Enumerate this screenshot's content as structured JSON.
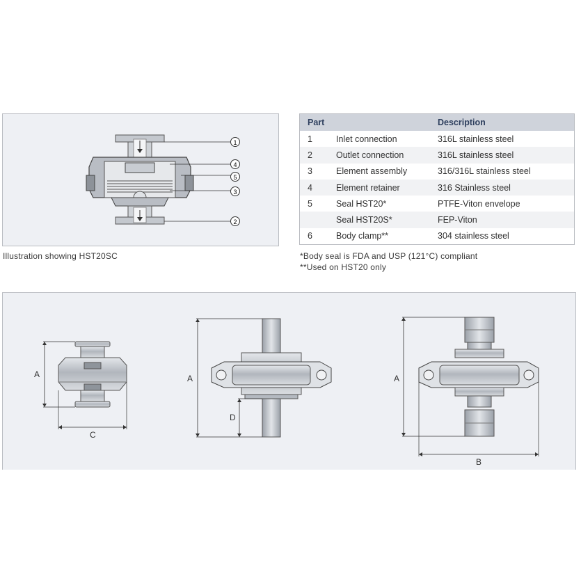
{
  "illustration": {
    "caption": "Illustration showing HST20SC",
    "callouts": [
      "1",
      "4",
      "5",
      "3",
      "2"
    ]
  },
  "parts_table": {
    "headers": {
      "part": "Part",
      "description": "Description"
    },
    "rows": [
      {
        "num": "1",
        "name": "Inlet connection",
        "desc": "316L stainless steel"
      },
      {
        "num": "2",
        "name": "Outlet connection",
        "desc": "316L stainless steel"
      },
      {
        "num": "3",
        "name": "Element assembly",
        "desc": "316/316L stainless steel"
      },
      {
        "num": "4",
        "name": "Element retainer",
        "desc": "316 Stainless steel"
      },
      {
        "num": "5",
        "name": "Seal HST20*",
        "desc": "PTFE-Viton envelope"
      },
      {
        "num": "",
        "name": "Seal HST20S*",
        "desc": "FEP-Viton"
      },
      {
        "num": "6",
        "name": "Body clamp**",
        "desc": "304 stainless steel"
      }
    ]
  },
  "notes": {
    "note1": "*Body seal is FDA and USP (121°C) compliant",
    "note2": "**Used on HST20 only"
  },
  "dimensions": {
    "view1": {
      "a": "A",
      "c": "C"
    },
    "view2": {
      "a": "A",
      "d": "D"
    },
    "view3": {
      "a": "A",
      "b": "B"
    }
  },
  "colors": {
    "panel_bg": "#eef0f4",
    "header_bg": "#cfd3db",
    "header_text": "#2e3f5e",
    "steel": "#c8ccd2"
  }
}
